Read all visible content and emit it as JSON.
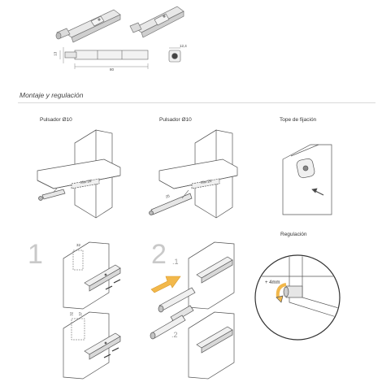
{
  "section": {
    "title": "Montaje y regulación"
  },
  "top_dims": {
    "width_small": "12,4",
    "height": "13",
    "length": "80"
  },
  "panels": {
    "p1": {
      "label": "Pulsador Ø10",
      "dim": "Min.18"
    },
    "p2": {
      "label": "Pulsador Ø10",
      "dim": "Min.25",
      "dim2": "25"
    },
    "p3": {
      "label": "Tope de fijación"
    },
    "p4": {
      "label": "Regulación",
      "adjust": "+ 4mm"
    }
  },
  "steps": {
    "step1": "1",
    "step2": "2",
    "sub1": ".1",
    "sub2": ".2",
    "d1": "32",
    "d2": "32",
    "d3": "37"
  },
  "colors": {
    "line": "#555555",
    "arrow": "#f2b84b",
    "shade": "#e9e9e9"
  }
}
